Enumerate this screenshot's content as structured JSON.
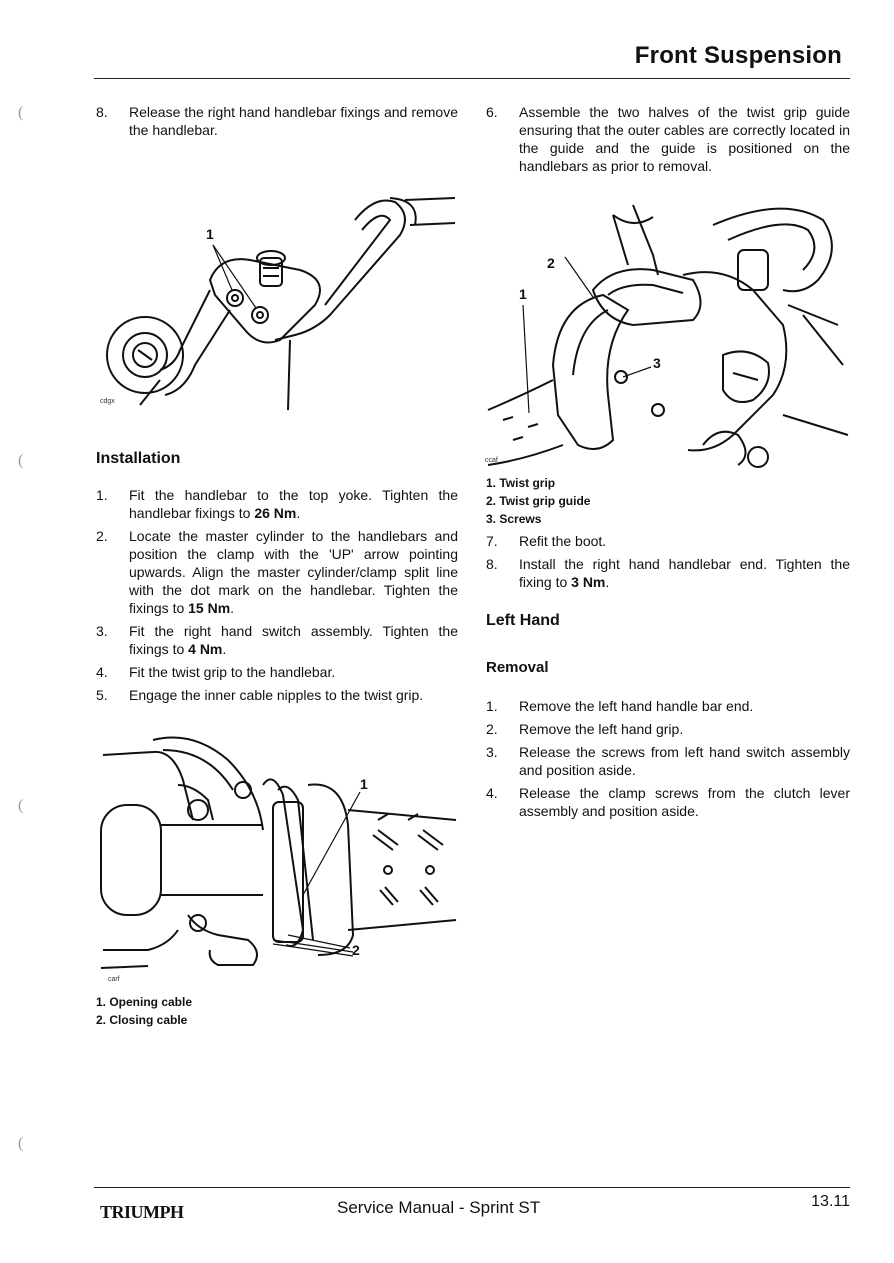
{
  "header": {
    "title": "Front Suspension"
  },
  "left_col": {
    "step8": {
      "num": "8.",
      "text": "Release the right hand handlebar fixings and remove the handlebar."
    },
    "fig1": {
      "code": "cdgx",
      "callout1": "1"
    },
    "installation_heading": "Installation",
    "steps": [
      {
        "num": "1.",
        "pre": "Fit the handlebar to the top yoke. Tighten the handlebar fixings to ",
        "bold": "26 Nm",
        "post": "."
      },
      {
        "num": "2.",
        "pre": "Locate the master cylinder to the handlebars and position the clamp with the 'UP' arrow pointing upwards. Align the master cylinder/clamp split line with the dot mark on the handlebar. Tighten the fixings to ",
        "bold": "15 Nm",
        "post": "."
      },
      {
        "num": "3.",
        "pre": "Fit the right hand switch assembly. Tighten the fixings to ",
        "bold": "4 Nm",
        "post": "."
      },
      {
        "num": "4.",
        "pre": "Fit the twist grip to the handlebar.",
        "bold": "",
        "post": ""
      },
      {
        "num": "5.",
        "pre": "Engage the inner cable nipples to the twist grip.",
        "bold": "",
        "post": ""
      }
    ],
    "fig3": {
      "code": "carf",
      "callout1": "1",
      "callout2": "2"
    },
    "captions": [
      "1. Opening cable",
      "2. Closing cable"
    ]
  },
  "right_col": {
    "step6": {
      "num": "6.",
      "text": "Assemble the two halves of the twist grip guide ensuring that the outer cables are correctly located in the guide and the guide is positioned on the handlebars as prior to removal."
    },
    "fig2": {
      "code": "ccaf",
      "callout1": "1",
      "callout2": "2",
      "callout3": "3"
    },
    "captions": [
      "1. Twist grip",
      "2. Twist grip guide",
      "3. Screws"
    ],
    "step7": {
      "num": "7.",
      "text": "Refit the boot."
    },
    "step8": {
      "num": "8.",
      "pre": "Install the right hand handlebar end. Tighten the fixing to ",
      "bold": "3 Nm",
      "post": "."
    },
    "left_hand_heading": "Left Hand",
    "removal_heading": "Removal",
    "removal_steps": [
      {
        "num": "1.",
        "text": "Remove the left hand handle bar end."
      },
      {
        "num": "2.",
        "text": "Remove the left hand grip."
      },
      {
        "num": "3.",
        "text": "Release the screws from left hand switch assembly and position aside."
      },
      {
        "num": "4.",
        "text": "Release the clamp screws from the clutch lever assembly and position aside."
      }
    ]
  },
  "footer": {
    "logo": "TRIUMPH",
    "center": "Service Manual - Sprint ST",
    "page": "13.11"
  }
}
